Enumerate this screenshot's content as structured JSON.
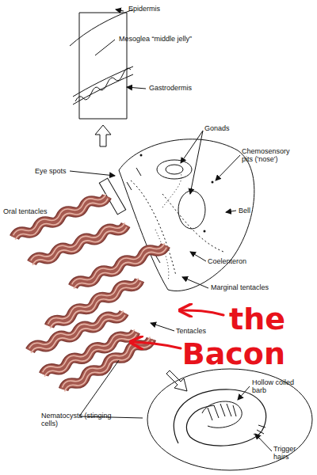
{
  "diagram": {
    "labels": [
      "Epidermis",
      "Mesoglea “middle jelly”",
      "Gastrodermis",
      "Gonads",
      "Chemosensory pits ('nose')",
      "Eye spots",
      "Bell",
      "Oral tentacles",
      "Coelenteron",
      "Marginal tentacles",
      "Tentacles",
      "the Bacon",
      "Nematocysts (stinging cells)",
      "Hollow coiled barb",
      "Trigger hairs"
    ]
  }
}
